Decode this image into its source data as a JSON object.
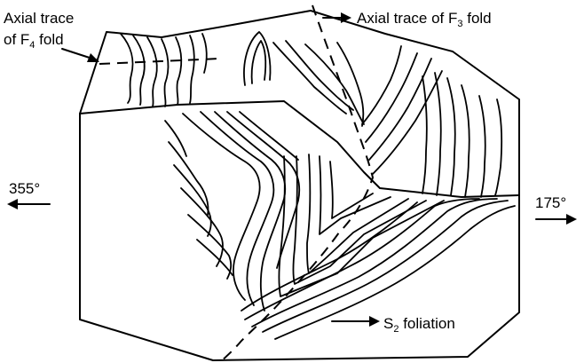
{
  "labels": {
    "f4_line1": "Axial trace",
    "f4_line2_pre": "of F",
    "f4_line2_sub": "4",
    "f4_line2_post": " fold",
    "f3_pre": "Axial trace of F",
    "f3_sub": "3",
    "f3_post": " fold",
    "s2_pre": "S",
    "s2_sub": "2",
    "s2_post": " foliation",
    "dir_left": "355°",
    "dir_right": "175°"
  },
  "colors": {
    "ink": "#000000",
    "background": "#ffffff"
  }
}
